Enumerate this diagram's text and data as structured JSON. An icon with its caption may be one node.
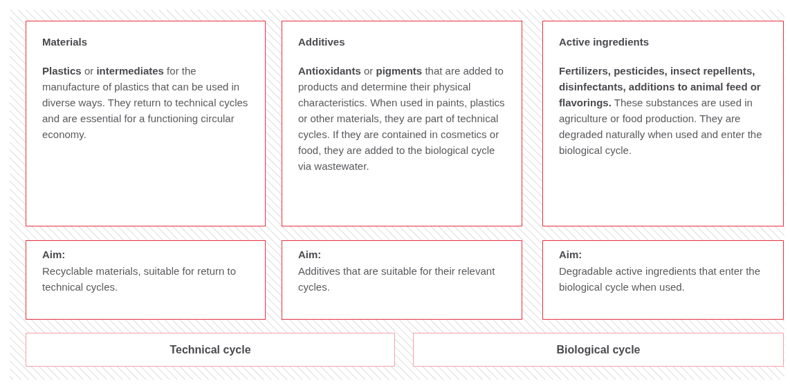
{
  "diagram": {
    "nodes": [
      {
        "text": [
          "Materials",
          "**Plastics** or **intermediates** for the manufacture of plastics that can be used in diverse ways. They return to technical cycles and are essential for a functioning circular economy."
        ]
      },
      {
        "text": [
          "Additives",
          "**Antioxidants** or **pigments** that are added to products and determine their physical characteristics. When used in paints, plastics or other materials, they are part of technical cycles. If they are contained in cosmetics or food, they are added to the biological cycle via wastewater."
        ]
      },
      {
        "text": [
          "Active ingredients",
          "**Fertilizers, pesticides, insect repellents, disinfectants, additions to animal feed or flavorings.** These substances are used in agriculture or food production. They are degraded naturally when used and enter the biological cycle."
        ]
      },
      {
        "text": [
          "Aim:",
          "Recyclable materials, suitable for return to technical cycles."
        ]
      },
      {
        "text": [
          "Aim:",
          "Additives that are suitable for their relevant cycles."
        ]
      },
      {
        "text": [
          "Aim:",
          "Degradable active ingredients that enter the biological cycle when used."
        ]
      },
      {
        "text": [
          "Technical cycle"
        ]
      },
      {
        "text": [
          "Biological cycle"
        ]
      }
    ]
  }
}
